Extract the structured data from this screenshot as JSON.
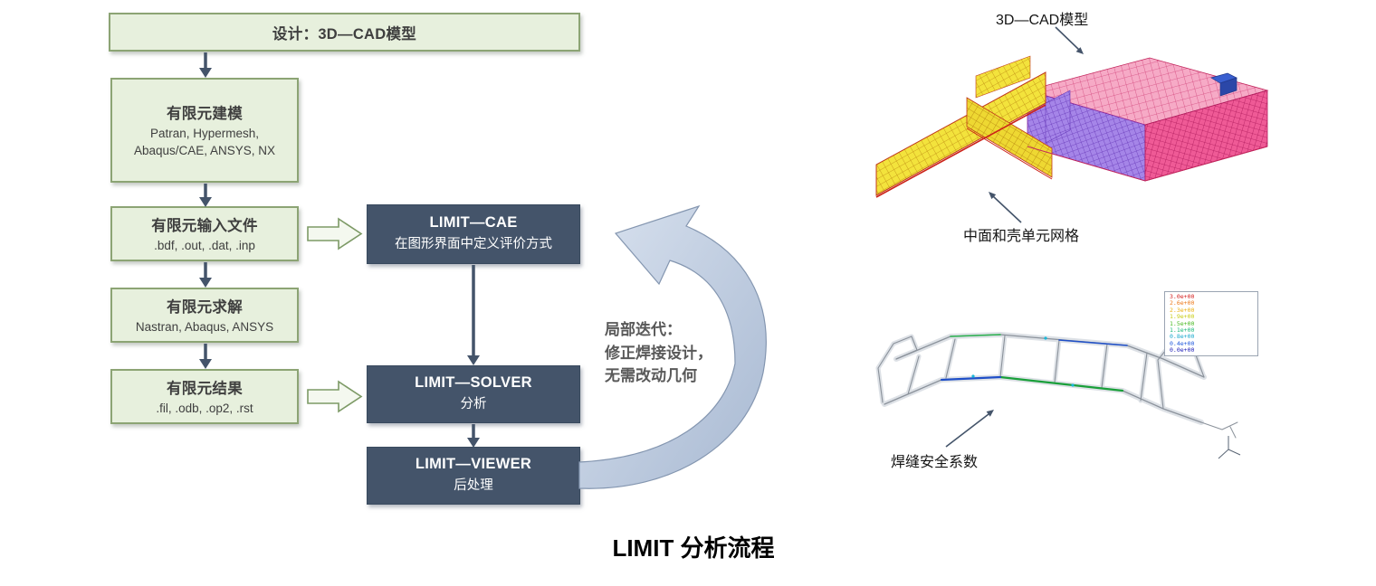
{
  "title": "LIMIT 分析流程",
  "flowchart": {
    "design": {
      "label": "设计：3D—CAD模型"
    },
    "fe_modeling": {
      "title": "有限元建模",
      "lines": [
        "Patran, Hypermesh,",
        "Abaqus/CAE, ANSYS, NX"
      ]
    },
    "fe_input": {
      "title": "有限元输入文件",
      "lines": [
        ".bdf, .out, .dat, .inp"
      ]
    },
    "fe_solver": {
      "title": "有限元求解",
      "lines": [
        "Nastran, Abaqus, ANSYS"
      ]
    },
    "fe_results": {
      "title": "有限元结果",
      "lines": [
        ".fil, .odb, .op2, .rst"
      ]
    },
    "limit_cae": {
      "title": "LIMIT—CAE",
      "subtitle": "在图形界面中定义评价方式"
    },
    "limit_solver": {
      "title": "LIMIT—SOLVER",
      "subtitle": "分析"
    },
    "limit_viewer": {
      "title": "LIMIT—VIEWER",
      "subtitle": "后处理"
    },
    "iteration_note": {
      "lines": [
        "局部迭代：",
        "修正焊接设计，",
        "无需改动几何"
      ]
    }
  },
  "illustrations": {
    "cad_mesh": {
      "label_top": "3D—CAD模型",
      "label_bottom": "中面和壳单元网格"
    },
    "weld_result": {
      "label": "焊缝安全系数",
      "legend": [
        {
          "value": "3.0e+00",
          "color": "#d42020"
        },
        {
          "value": "2.6e+00",
          "color": "#ec7a1c"
        },
        {
          "value": "2.3e+00",
          "color": "#eab012"
        },
        {
          "value": "1.9e+00",
          "color": "#c8cc14"
        },
        {
          "value": "1.5e+00",
          "color": "#48b822"
        },
        {
          "value": "1.1e+00",
          "color": "#1cb87a"
        },
        {
          "value": "0.8e+00",
          "color": "#18a8cc"
        },
        {
          "value": "0.4e+00",
          "color": "#2058dc"
        },
        {
          "value": "0.0e+00",
          "color": "#2020b8"
        }
      ]
    }
  },
  "colors": {
    "green_box_fill": "#e7f0dd",
    "green_box_border": "#8ca474",
    "dark_box_fill": "#44546a",
    "flow_arrow": "#44546a",
    "hollow_arrow_border": "#7d9a66",
    "loop_arrow_fill": "#bdcadd",
    "text_primary": "#3f3f3f"
  }
}
